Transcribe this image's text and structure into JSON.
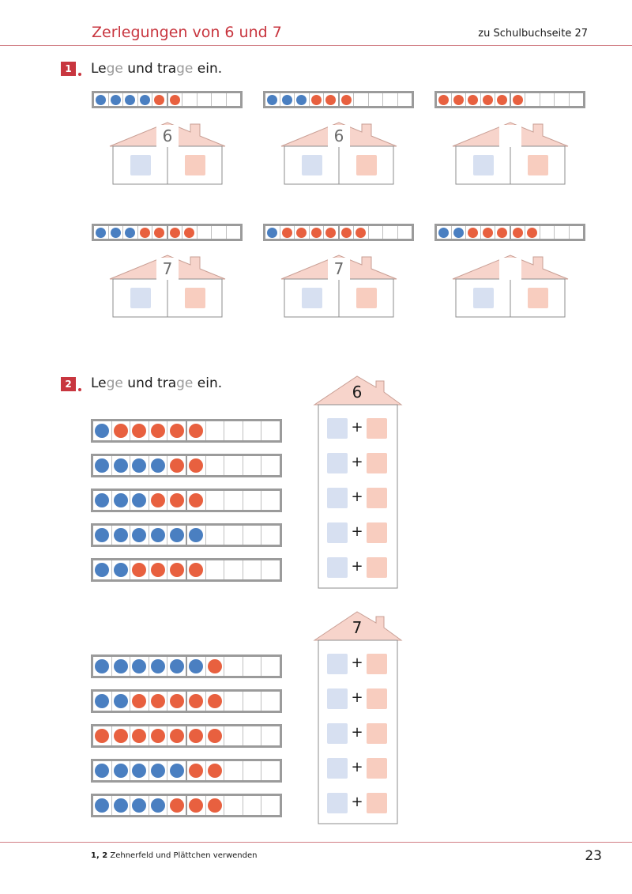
{
  "header": {
    "title": "Zerlegungen von 6 und 7",
    "book_reference": "zu Schulbuchseite 27"
  },
  "task1": {
    "number": "1",
    "instruction_parts": [
      "Le",
      "ge",
      " und tra",
      "ge",
      " ein."
    ],
    "groups": [
      {
        "dots": [
          "blue",
          "blue",
          "blue",
          "blue",
          "red",
          "red"
        ],
        "house_number": "6"
      },
      {
        "dots": [
          "blue",
          "blue",
          "blue",
          "red",
          "red",
          "red"
        ],
        "house_number": "6"
      },
      {
        "dots": [
          "red",
          "red",
          "red",
          "red",
          "red",
          "red"
        ],
        "house_number": ""
      },
      {
        "dots": [
          "blue",
          "blue",
          "blue",
          "red",
          "red",
          "red",
          "red"
        ],
        "house_number": "7"
      },
      {
        "dots": [
          "blue",
          "red",
          "red",
          "red",
          "red",
          "red",
          "red"
        ],
        "house_number": "7"
      },
      {
        "dots": [
          "blue",
          "blue",
          "red",
          "red",
          "red",
          "red",
          "red"
        ],
        "house_number": ""
      }
    ]
  },
  "task2": {
    "number": "2",
    "instruction_parts": [
      "Le",
      "ge",
      " und tra",
      "ge",
      " ein."
    ],
    "plus_sign": "+",
    "blocks": [
      {
        "house_number": "6",
        "frames": [
          [
            "blue",
            "red",
            "red",
            "red",
            "red",
            "red"
          ],
          [
            "blue",
            "blue",
            "blue",
            "blue",
            "red",
            "red"
          ],
          [
            "blue",
            "blue",
            "blue",
            "red",
            "red",
            "red"
          ],
          [
            "blue",
            "blue",
            "blue",
            "blue",
            "blue",
            "blue"
          ],
          [
            "blue",
            "blue",
            "red",
            "red",
            "red",
            "red"
          ]
        ]
      },
      {
        "house_number": "7",
        "frames": [
          [
            "blue",
            "blue",
            "blue",
            "blue",
            "blue",
            "blue",
            "red"
          ],
          [
            "blue",
            "blue",
            "red",
            "red",
            "red",
            "red",
            "red"
          ],
          [
            "red",
            "red",
            "red",
            "red",
            "red",
            "red",
            "red"
          ],
          [
            "blue",
            "blue",
            "blue",
            "blue",
            "blue",
            "red",
            "red"
          ],
          [
            "blue",
            "blue",
            "blue",
            "blue",
            "red",
            "red",
            "red"
          ]
        ]
      }
    ]
  },
  "footer": {
    "task_ref": "1, 2",
    "text": " Zehnerfeld und Plättchen verwenden",
    "page_number": "23"
  },
  "colors": {
    "accent": "#c8363f",
    "dot_blue": "#4a7fc1",
    "dot_red": "#e8603f",
    "roof": "#f7d4cb",
    "box_blue": "#d7e0f1",
    "box_red": "#f8cdbf",
    "frame_border": "#9b9b9b"
  }
}
